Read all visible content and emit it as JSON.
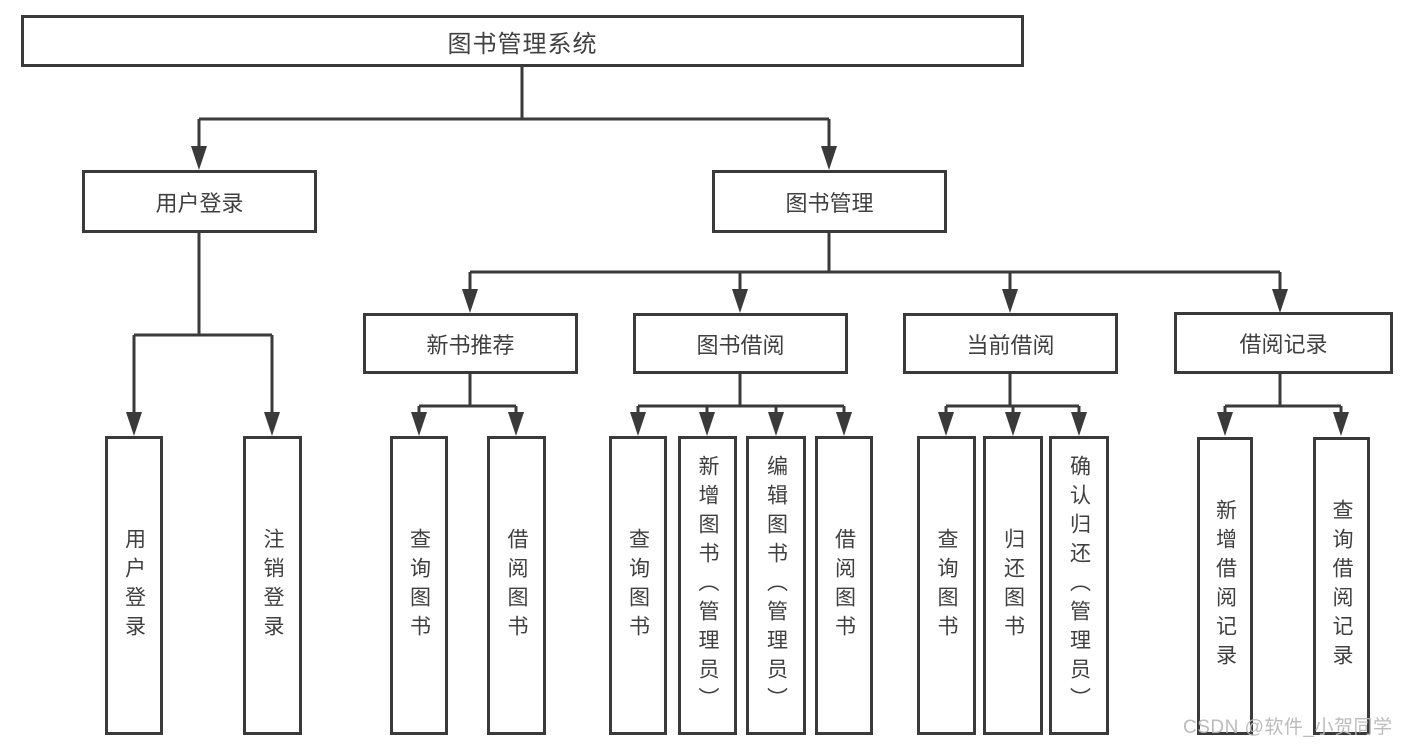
{
  "diagram": {
    "root": "图书管理系统",
    "level2": [
      "用户登录",
      "图书管理"
    ],
    "level3": [
      "新书推荐",
      "图书借阅",
      "当前借阅",
      "借阅记录"
    ],
    "leaves": {
      "user_login": [
        "用户登录",
        "注销登录"
      ],
      "new_book": [
        "查询图书",
        "借阅图书"
      ],
      "book_borrow": [
        "查询图书",
        "新增图书（管理员）",
        "编辑图书（管理员）",
        "借阅图书"
      ],
      "current_borrow": [
        "查询图书",
        "归还图书",
        "确认归还（管理员）"
      ],
      "borrow_records": [
        "新增借阅记录",
        "查询借阅记录"
      ]
    }
  },
  "watermark": "CSDN @软件_小贺同学",
  "colors": {
    "line": "#3a3a3a",
    "text": "#404040",
    "background": "#ffffff",
    "watermark": "#b9b9b9"
  }
}
